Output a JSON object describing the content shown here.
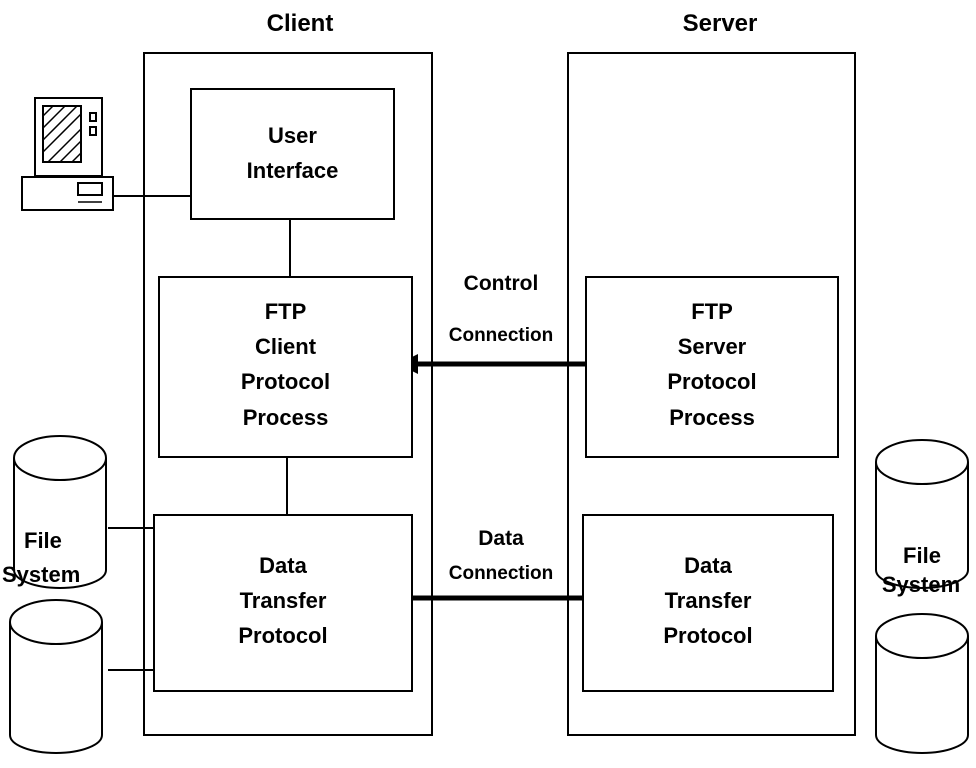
{
  "headings": {
    "client": "Client",
    "server": "Server"
  },
  "client": {
    "user_interface": [
      "User",
      "Interface"
    ],
    "protocol_process": [
      "FTP",
      "Client",
      "Protocol",
      "Process"
    ],
    "data_transfer": [
      "Data",
      "Transfer",
      "Protocol"
    ]
  },
  "server": {
    "protocol_process": [
      "FTP",
      "Server",
      "Protocol",
      "Process"
    ],
    "data_transfer": [
      "Data",
      "Transfer",
      "Protocol"
    ]
  },
  "connections": {
    "control": [
      "Control",
      "Connection"
    ],
    "data": [
      "Data",
      "Connection"
    ]
  },
  "file_system": {
    "left": [
      "File",
      "System"
    ],
    "right": [
      "File",
      "System"
    ]
  }
}
